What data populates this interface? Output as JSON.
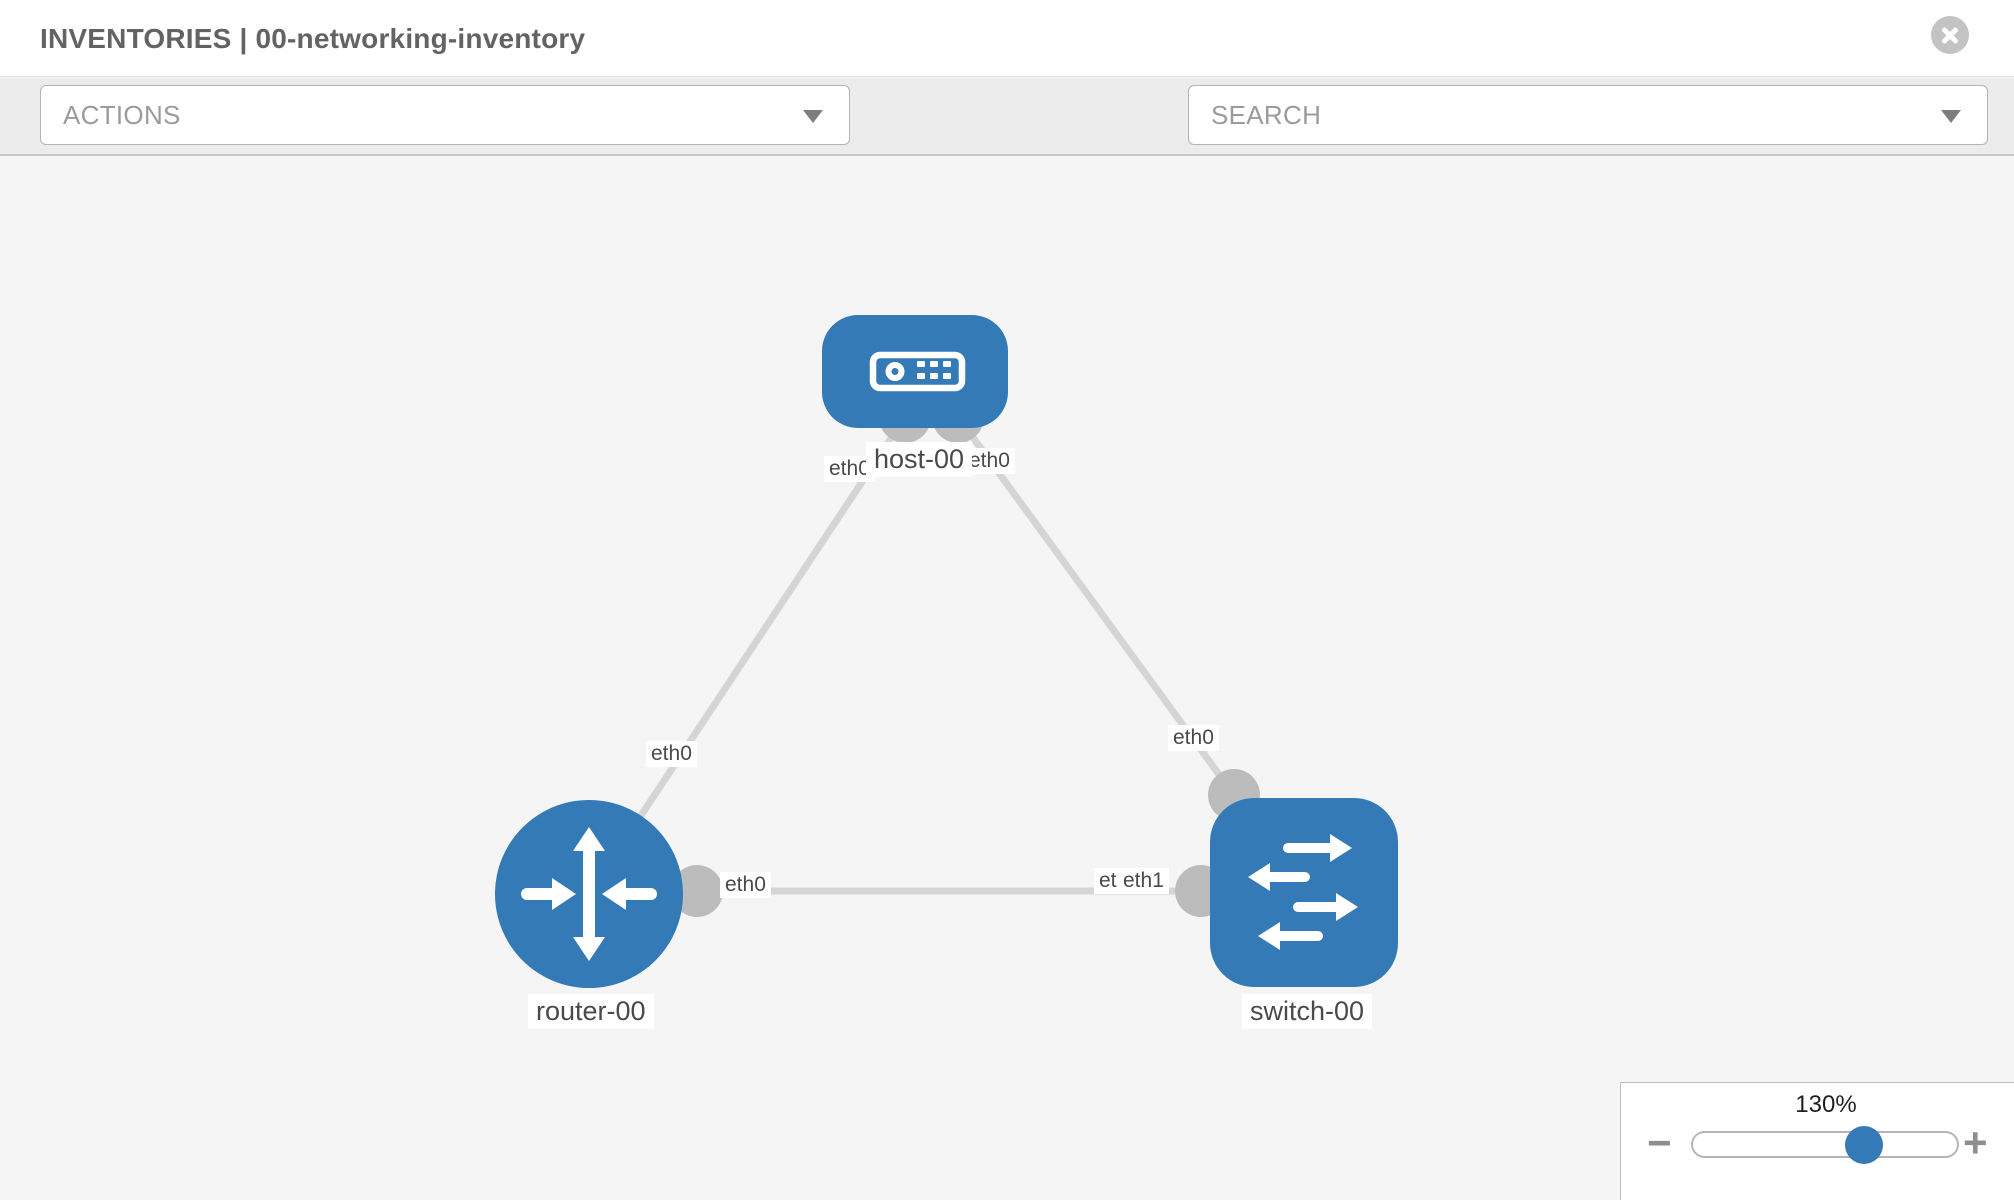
{
  "header": {
    "title": "INVENTORIES | 00-networking-inventory"
  },
  "toolbar": {
    "actions_label": "ACTIONS",
    "search_label": "SEARCH",
    "icons": [
      "wrench-icon",
      "key-icon",
      "chevron-down-icon"
    ]
  },
  "topology": {
    "nodes": [
      {
        "label": "host-00",
        "type": "host"
      },
      {
        "label": "router-00",
        "type": "router"
      },
      {
        "label": "switch-00",
        "type": "switch"
      }
    ],
    "links": [
      {
        "from": "host-00",
        "to": "router-00",
        "from_interface": "eth0",
        "to_interface": "eth0"
      },
      {
        "from": "host-00",
        "to": "switch-00",
        "from_interface": "eth0",
        "to_interface": "eth0"
      },
      {
        "from": "router-00",
        "to": "switch-00",
        "from_interface": "eth0",
        "to_interface": "eth1"
      }
    ],
    "interface_labels": [
      {
        "text": "eth0"
      },
      {
        "text": "eth0"
      },
      {
        "text": "eth0"
      },
      {
        "text": "eth0"
      },
      {
        "text": "eth0"
      },
      {
        "text": "eth0"
      },
      {
        "text": "eth1"
      }
    ]
  },
  "zoom_control": {
    "level": "130%",
    "minus_label": "−",
    "plus_label": "+"
  },
  "colors": {
    "node_blue": "#337ab7",
    "connector_gray": "#bcbcbc",
    "link_gray": "#d5d5d5",
    "canvas_bg": "#f5f5f5"
  }
}
